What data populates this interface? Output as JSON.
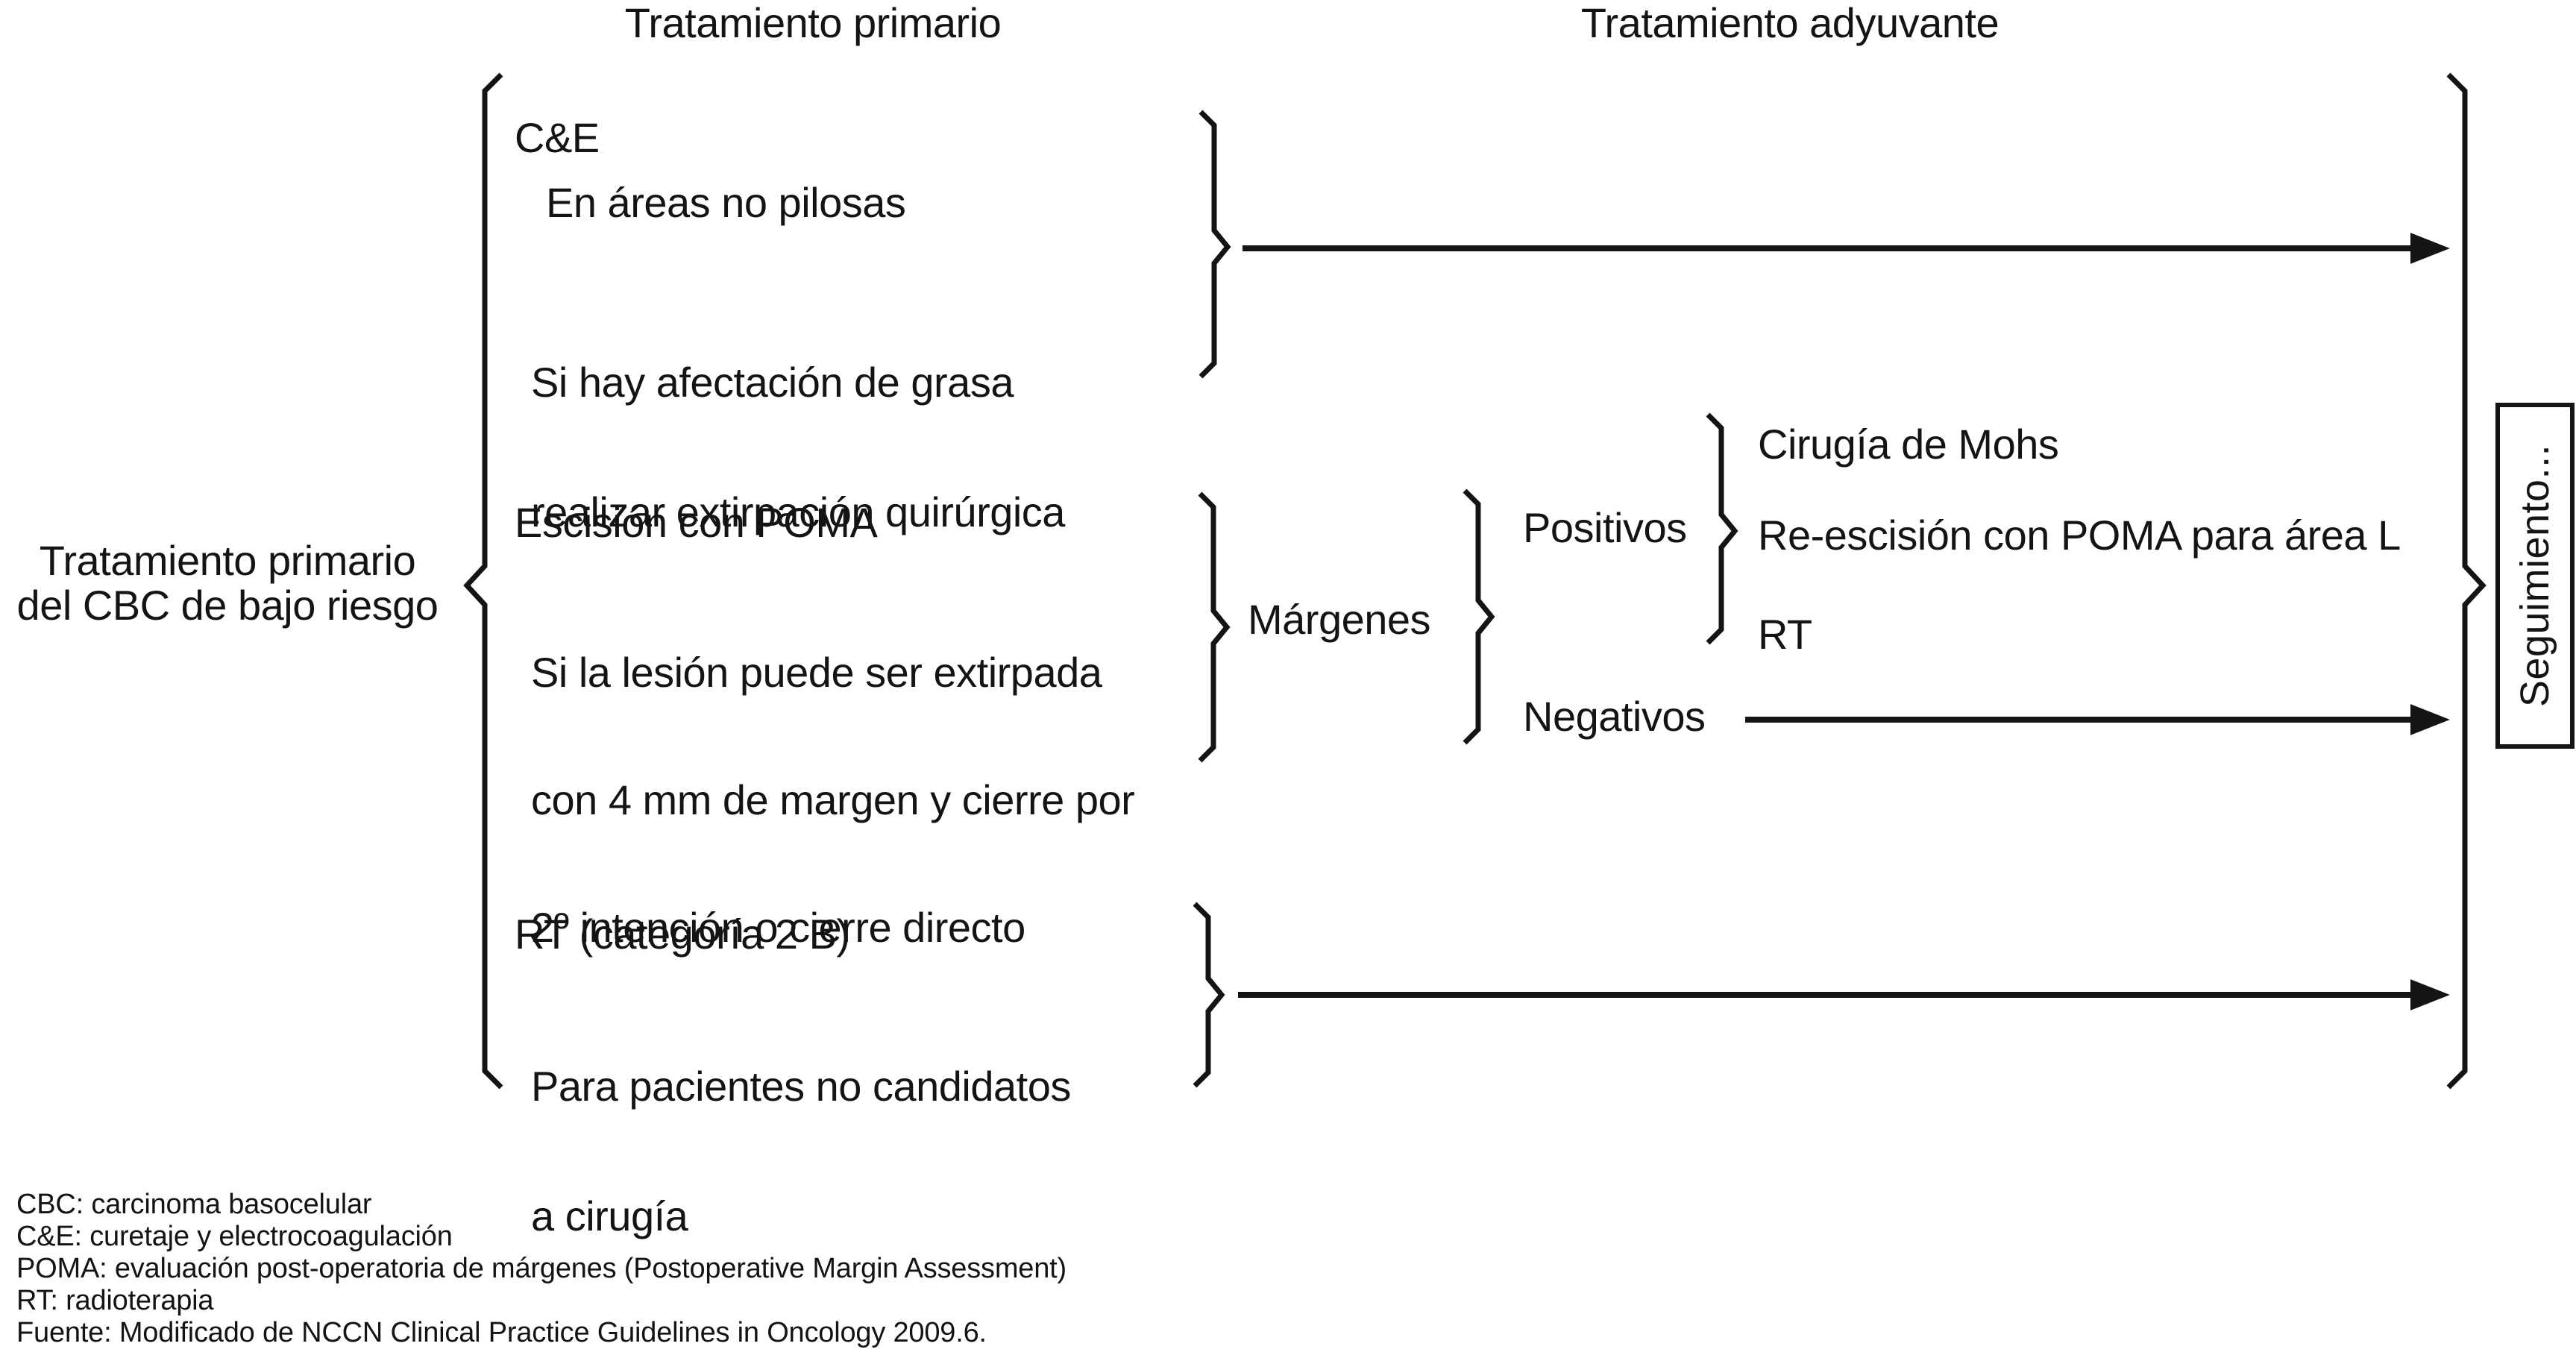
{
  "headers": {
    "primary": "Tratamiento primario",
    "adjuvant": "Tratamiento adyuvante"
  },
  "root_label": {
    "line1": "Tratamiento primario",
    "line2": "del CBC de bajo riesgo"
  },
  "branch_ce": {
    "title": "C&E",
    "option1": "En áreas no pilosas",
    "option2_line1": "Si hay afectación de grasa",
    "option2_line2": "realizar extirpación quirúrgica"
  },
  "branch_escision": {
    "title": "Escisión con POMA",
    "detail_line1": "Si la lesión puede ser extirpada",
    "detail_line2": "con 4 mm de margen y cierre por",
    "detail_line3": "2º intención o cierre directo"
  },
  "branch_rt": {
    "title": "RT (categoría 2 B)",
    "detail_line1": "Para pacientes no candidatos",
    "detail_line2": "a cirugía"
  },
  "margins": {
    "label": "Márgenes",
    "positive_label": "Positivos",
    "negative_label": "Negativos",
    "positive_options": [
      "Cirugía de Mohs",
      "Re-escisión con POMA para área L",
      "RT"
    ]
  },
  "followup": {
    "label": "Seguimiento..."
  },
  "footnotes": [
    "CBC: carcinoma basocelular",
    "C&E: curetaje y electrocoagulación",
    "POMA: evaluación post-operatoria de márgenes (Postoperative Margin Assessment)",
    "RT: radioterapia",
    "Fuente: Modificado de NCCN Clinical Practice Guidelines in Oncology 2009.6."
  ],
  "colors": {
    "ink": "#141414",
    "background": "#ffffff"
  }
}
